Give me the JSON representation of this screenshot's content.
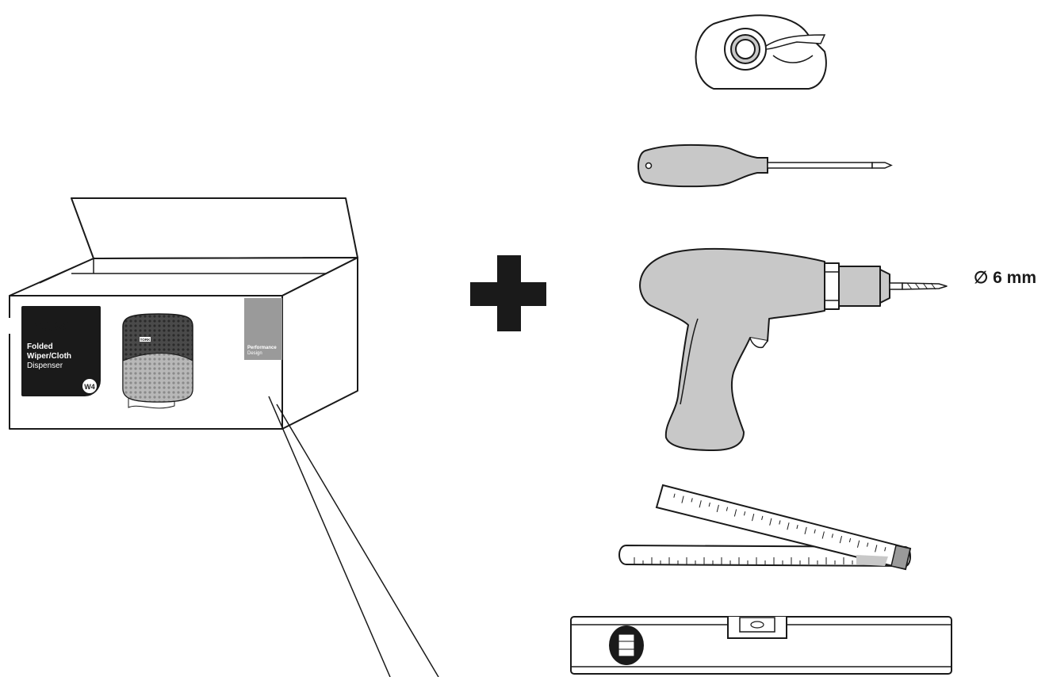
{
  "box": {
    "brand": "TORK",
    "product_line1": "Folded",
    "product_line2": "Wiper/Cloth",
    "product_line3": "Dispenser",
    "system_code": "W4",
    "dispenser_brand": "TORK",
    "performance_line1": "Performance",
    "performance_line2": "Design"
  },
  "drill": {
    "bit_label": "∅ 6 mm"
  },
  "colors": {
    "outline": "#1a1a1a",
    "tool_fill": "#c8c8c8",
    "panel_dark": "#1a1a1a",
    "panel_grey": "#9a9a9a"
  }
}
